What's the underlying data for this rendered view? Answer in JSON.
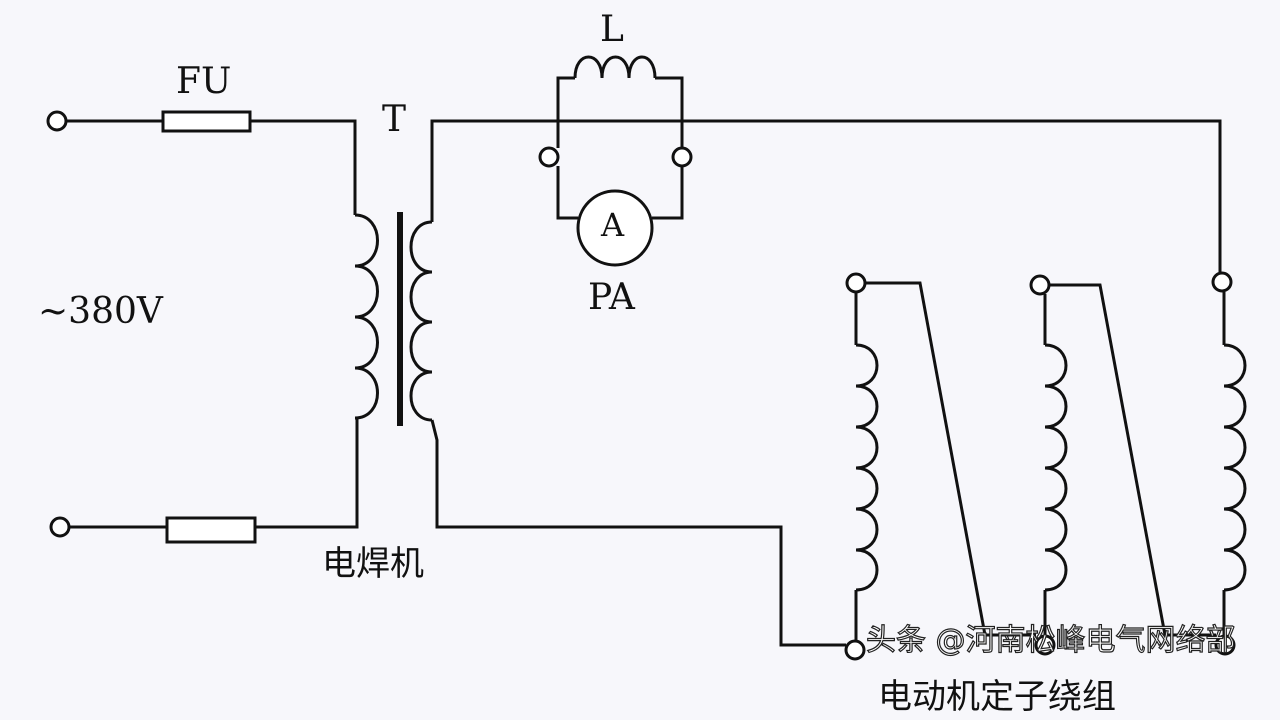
{
  "labels": {
    "fuse": "FU",
    "transformer": "T",
    "inductor": "L",
    "ammeter_symbol": "A",
    "ammeter": "PA",
    "voltage": "~380V",
    "welder": "电焊机",
    "motor_winding": "电动机定子绕组"
  },
  "watermark": "头条 @河南松峰电气网络部"
}
